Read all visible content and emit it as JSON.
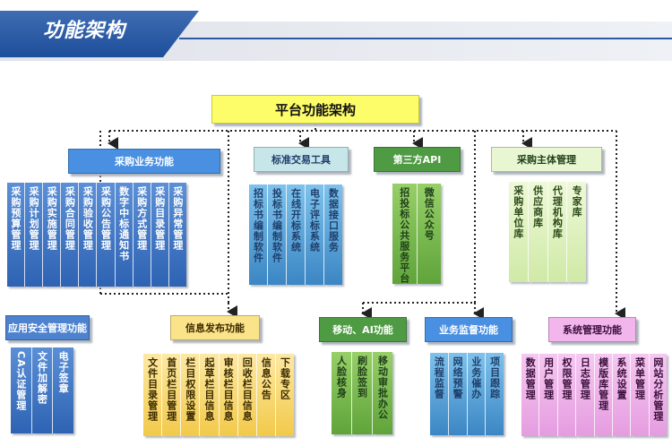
{
  "page": {
    "title": "功能架构"
  },
  "root": {
    "label": "平台功能架构"
  },
  "groups": [
    {
      "label": "采购业务功能",
      "items": [
        "采购预算管理",
        "采购计划管理",
        "采购实施管理",
        "采购合同管理",
        "采购验收管理",
        "采购公告管理",
        "数字中标通知书",
        "采购方式管理",
        "采购目录管理",
        "采购异常管理"
      ]
    },
    {
      "label": "标准交易工具",
      "items": [
        "招标书编制软件",
        "投标书编制软件",
        "在线开标系统",
        "电子评标系统",
        "数据接口服务"
      ]
    },
    {
      "label": "第三方API",
      "items": [
        "招投标公共服务平台",
        "微信公众号"
      ]
    },
    {
      "label": "采购主体管理",
      "items": [
        "采购单位库",
        "供应商库",
        "代理机构库",
        "专家库"
      ]
    },
    {
      "label": "应用安全管理功能",
      "items": [
        "CA认证管理",
        "文件加解密",
        "电子签章"
      ]
    },
    {
      "label": "信息发布功能",
      "items": [
        "文件目录管理",
        "首页栏目管理",
        "栏目权限设置",
        "起草栏目信息",
        "审核栏目信息",
        "回收栏目信息",
        "信息公告",
        "下载专区"
      ]
    },
    {
      "label": "移动、AI功能",
      "items": [
        "人脸核身",
        "刷脸签到",
        "移动审批办公"
      ]
    },
    {
      "label": "业务监督功能",
      "items": [
        "流程监督",
        "网络预警",
        "业务催办",
        "项目跟踪"
      ]
    },
    {
      "label": "系统管理功能",
      "items": [
        "数据管理",
        "用户管理",
        "权限管理",
        "日志管理",
        "模版库管理",
        "系统设置",
        "菜单管理",
        "网站分析管理"
      ]
    }
  ]
}
